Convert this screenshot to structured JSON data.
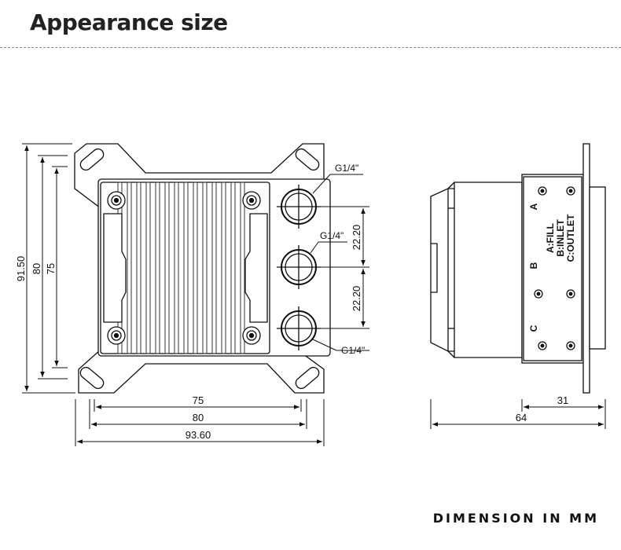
{
  "title": "Appearance size",
  "footer": "DIMENSION IN MM",
  "front_view": {
    "port_labels": [
      "G1/4\"",
      "G1/4\"",
      "G1/4\""
    ],
    "spacing_labels": [
      "22.20",
      "22.20"
    ],
    "height_labels": [
      "91.50",
      "80",
      "75"
    ],
    "width_labels": [
      "75",
      "80",
      "93.60"
    ]
  },
  "side_view": {
    "port_letters": [
      "A",
      "B",
      "C"
    ],
    "legend": [
      "A:FILL",
      "B:INLET",
      "C:OUTLET"
    ],
    "depth_labels": [
      "31",
      "64"
    ]
  }
}
